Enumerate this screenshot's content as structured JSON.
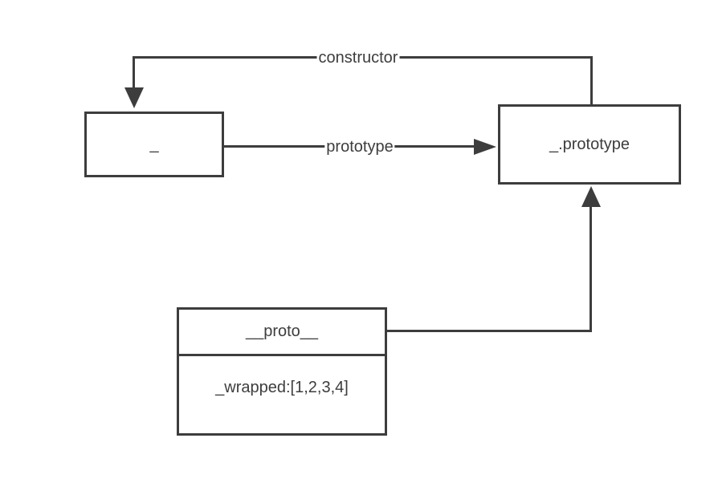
{
  "colors": {
    "line": "#3d3d3d",
    "text": "#3d3d3d",
    "background": "#ffffff",
    "node_fill": "#ffffff"
  },
  "nodes": {
    "underscore": {
      "label": "_"
    },
    "prototype_object": {
      "label": "_.prototype"
    },
    "instance": {
      "proto_field": "__proto__",
      "wrapped_field": "_wrapped:[1,2,3,4]"
    }
  },
  "edges": {
    "constructor": {
      "label": "constructor"
    },
    "prototype": {
      "label": "prototype"
    },
    "proto_link": {
      "label": ""
    }
  }
}
